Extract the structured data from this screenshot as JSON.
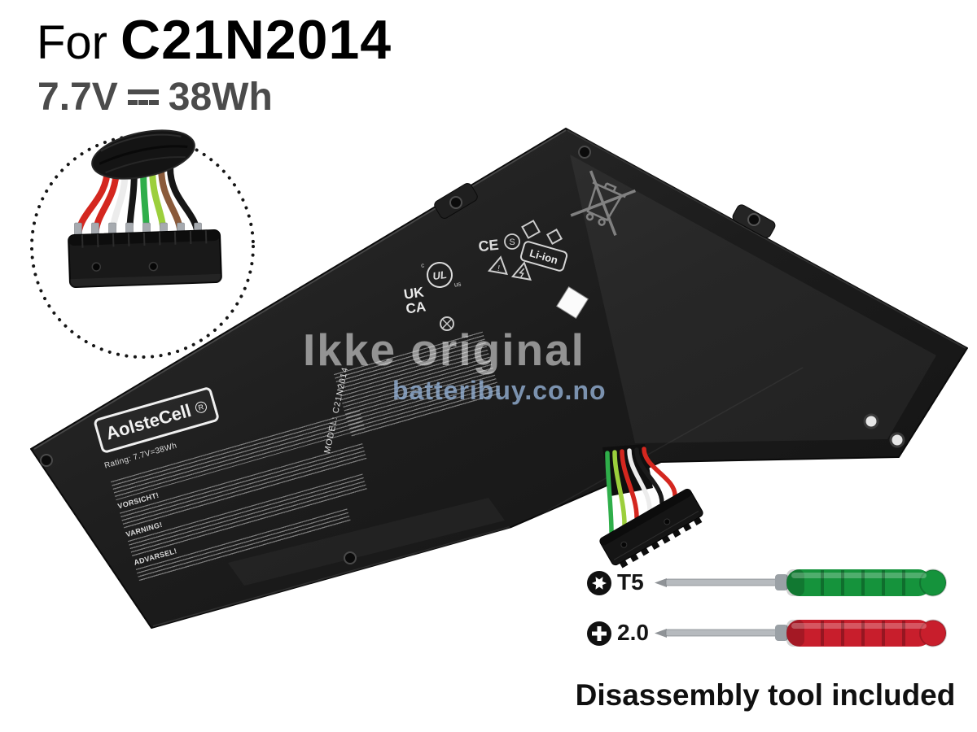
{
  "header": {
    "for_label": "For",
    "model": "C21N2014",
    "voltage": "7.7V",
    "capacity": "38Wh"
  },
  "connector_closeup": {
    "wire_colors": [
      "#d4271f",
      "#d4271f",
      "#ececec",
      "#161616",
      "#2fae4a",
      "#9ccf3c",
      "#8a5a3a",
      "#161616"
    ]
  },
  "battery": {
    "brand": "AolsteCell",
    "brand_mark": "R",
    "rating_line": "Rating: 7.7V=38Wh",
    "model_line": "MODEL: C21N2014",
    "warning_headings": [
      "VORSICHT!",
      "VARNING!",
      "ADVARSEL!"
    ],
    "certs": {
      "ukca_line1": "UK",
      "ukca_line2": "CA",
      "ul": "UL",
      "ul_c": "c",
      "ul_us": "us",
      "ce": "CE",
      "s_mark": "S",
      "li_ion": "Li-ion",
      "warn_mark": "!"
    },
    "body_color": "#1c1c1c",
    "pack_wire_colors": [
      "#2fae4a",
      "#9ccf3c",
      "#d4271f",
      "#ececec",
      "#1a1a1a",
      "#d4271f"
    ]
  },
  "watermark": {
    "line1": "Ikke original",
    "line2": "batteribuy.co.no"
  },
  "tools": {
    "items": [
      {
        "label": "T5",
        "icon": "torx-t5-icon",
        "handle_color": "#15933c"
      },
      {
        "label": "2.0",
        "icon": "phillips-2.0-icon",
        "handle_color": "#c81e2c"
      }
    ],
    "caption": "Disassembly tool included"
  }
}
